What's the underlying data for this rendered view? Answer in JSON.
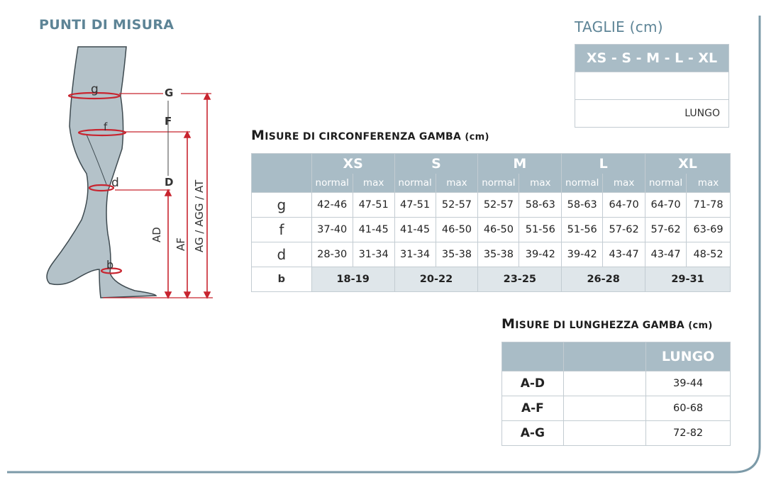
{
  "left_heading": "PUNTI DI MISURA",
  "sizes_heading": "TAGLIE (cm)",
  "sizes_table": {
    "header": "XS - S - M - L - XL",
    "row_label": "LUNGO"
  },
  "circumference": {
    "title_cap": "M",
    "title_rest": "ISURE DI CIRCONFERENZA GAMBA",
    "title_unit": "(cm)",
    "sizes": [
      "XS",
      "S",
      "M",
      "L",
      "XL"
    ],
    "sub_labels": [
      "normal",
      "max"
    ],
    "rows": [
      {
        "label": "g",
        "values": [
          "42-46",
          "47-51",
          "47-51",
          "52-57",
          "52-57",
          "58-63",
          "58-63",
          "64-70",
          "64-70",
          "71-78"
        ]
      },
      {
        "label": "f",
        "values": [
          "37-40",
          "41-45",
          "41-45",
          "46-50",
          "46-50",
          "51-56",
          "51-56",
          "57-62",
          "57-62",
          "63-69"
        ]
      },
      {
        "label": "d",
        "values": [
          "28-30",
          "31-34",
          "31-34",
          "35-38",
          "35-38",
          "39-42",
          "39-42",
          "43-47",
          "43-47",
          "48-52"
        ]
      }
    ],
    "b_row": {
      "label": "b",
      "values": [
        "18-19",
        "20-22",
        "23-25",
        "26-28",
        "29-31"
      ]
    }
  },
  "length": {
    "title_cap": "M",
    "title_rest": "ISURE DI LUNGHEZZA GAMBA",
    "title_unit": "(cm)",
    "column": "LUNGO",
    "rows": [
      {
        "label": "A-D",
        "value": "39-44"
      },
      {
        "label": "A-F",
        "value": "60-68"
      },
      {
        "label": "A-G",
        "value": "72-82"
      }
    ]
  },
  "diagram": {
    "ring_labels": [
      "g",
      "f",
      "d",
      "b"
    ],
    "point_labels": [
      "G",
      "F",
      "D"
    ],
    "dimension_labels": [
      "AD",
      "AF",
      "AG / AGG / AT"
    ]
  },
  "colors": {
    "accent": "#5d8496",
    "table_header": "#a9bcc6",
    "measure_red": "#c8242f",
    "leg_fill": "#b4c2c9"
  }
}
